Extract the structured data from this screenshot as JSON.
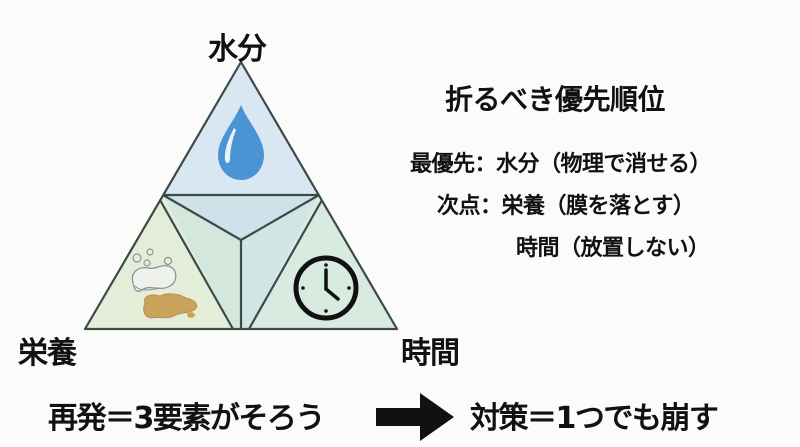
{
  "diagram": {
    "vertices": {
      "top": "水分",
      "bottom_left": "栄養",
      "bottom_right": "時間"
    },
    "icons": {
      "top": "water-drop-icon",
      "bottom_left": "soap-and-stain-icon",
      "bottom_right": "clock-icon"
    },
    "colors": {
      "top_fill": "#d8e7f1",
      "center_fill": "#d3e6e4",
      "left_fill": "#e2ecd6",
      "right_fill": "#d6eadf",
      "outline": "#3c4a4a",
      "drop": "#4b94d3",
      "stain": "#c9a35a",
      "clock": "#111111"
    }
  },
  "panel": {
    "title": "折るべき優先順位",
    "lines": [
      {
        "label": "最優先",
        "sep": "：",
        "value": "水分（物理で消せる）"
      },
      {
        "label": "次点",
        "sep": "：",
        "value": "栄養（膜を落とす）"
      },
      {
        "label": "",
        "sep": "",
        "value": "時間（放置しない）"
      }
    ]
  },
  "footer": {
    "left": "再発＝3要素がそろう",
    "arrow": "right-arrow-icon",
    "right": "対策＝1つでも崩す"
  }
}
